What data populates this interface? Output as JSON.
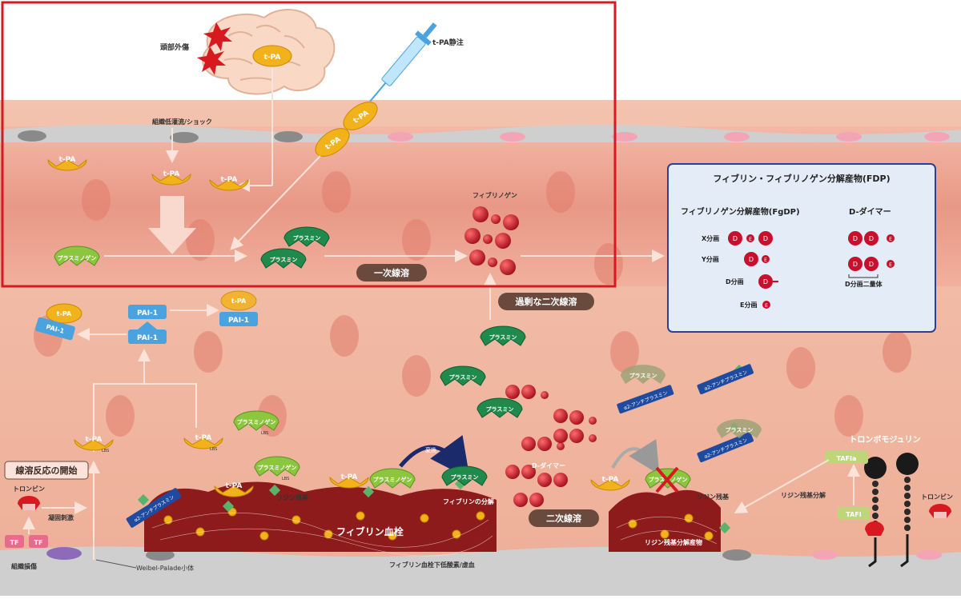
{
  "labels": {
    "head_injury": "頭部外傷",
    "tpa_injection": "t-PA静注",
    "hypoperfusion": "組織低灌流/ショック",
    "fibrinogen": "フィブリノゲン",
    "primary_fibrinolysis": "一次線溶",
    "excess_secondary": "過剰な二次線溶",
    "secondary_fibrinolysis": "二次線溶",
    "fibrinolysis_start": "線溶反応の開始",
    "thrombin": "トロンビン",
    "tf": "TF",
    "coag_stim": "凝固刺激",
    "tissue_damage": "組織損傷",
    "weibel_palade": "Weibel-Palade小体",
    "lysine": "リジン残基",
    "fibrin_clot": "フィブリン血栓",
    "subendothelial": "フィブリン血栓下低酸素/虚血",
    "conversion": "変換",
    "fibrin_degradation": "フィブリンの分解",
    "d_dimer": "D-ダイマー",
    "lysine_degradation": "リジン残基分解産物",
    "lysine_cleavage": "リジン残基分解",
    "thrombomodulin": "トロンボモジュリン",
    "tafi": "TAFI",
    "tafia": "TAFIa"
  },
  "molecules": {
    "tpa": "t-PA",
    "plasmin": "プラスミン",
    "plasminogen": "プラスミノゲン",
    "pai1": "PAI-1",
    "antiplasmin": "α2-アンチプラスミン",
    "lbs": "LBS"
  },
  "fdp_box": {
    "title": "フィブリン・フィブリノゲン分解産物(FDP)",
    "fgdp_title": "フィブリノゲン分解産物(FgDP)",
    "ddimer_title": "D-ダイマー",
    "x_fragment": "X分画",
    "y_fragment": "Y分画",
    "d_fragment": "D分画",
    "e_fragment": "E分画",
    "d_dimer_fragment": "D分画二量体",
    "d": "D",
    "e": "E"
  },
  "colors": {
    "highlight_frame": "#d71920",
    "fdp_border": "#2e3f8f",
    "tpa": "#f2b21c",
    "plasmin": "#1f8a4c",
    "plasminogen": "#8cc63f",
    "pai1": "#4aa3df",
    "fragment": "#c8102e"
  }
}
